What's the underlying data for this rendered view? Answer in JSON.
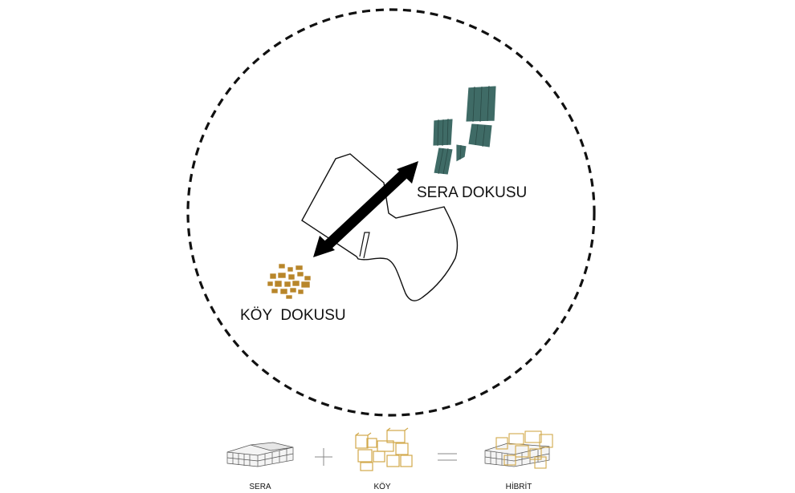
{
  "diagram": {
    "sera_label": "SERA DOKUSU",
    "koy_label": "KÖY  DOKUSU"
  },
  "equation": {
    "sera": "SERA",
    "koy": "KÖY",
    "hibrit": "HİBRİT",
    "plus_symbol": "+",
    "equals_symbol": "="
  },
  "colors": {
    "greenhouse": "#3f6b66",
    "village": "#b8862a",
    "village_outline": "#d1a84a",
    "ink": "#111111"
  }
}
